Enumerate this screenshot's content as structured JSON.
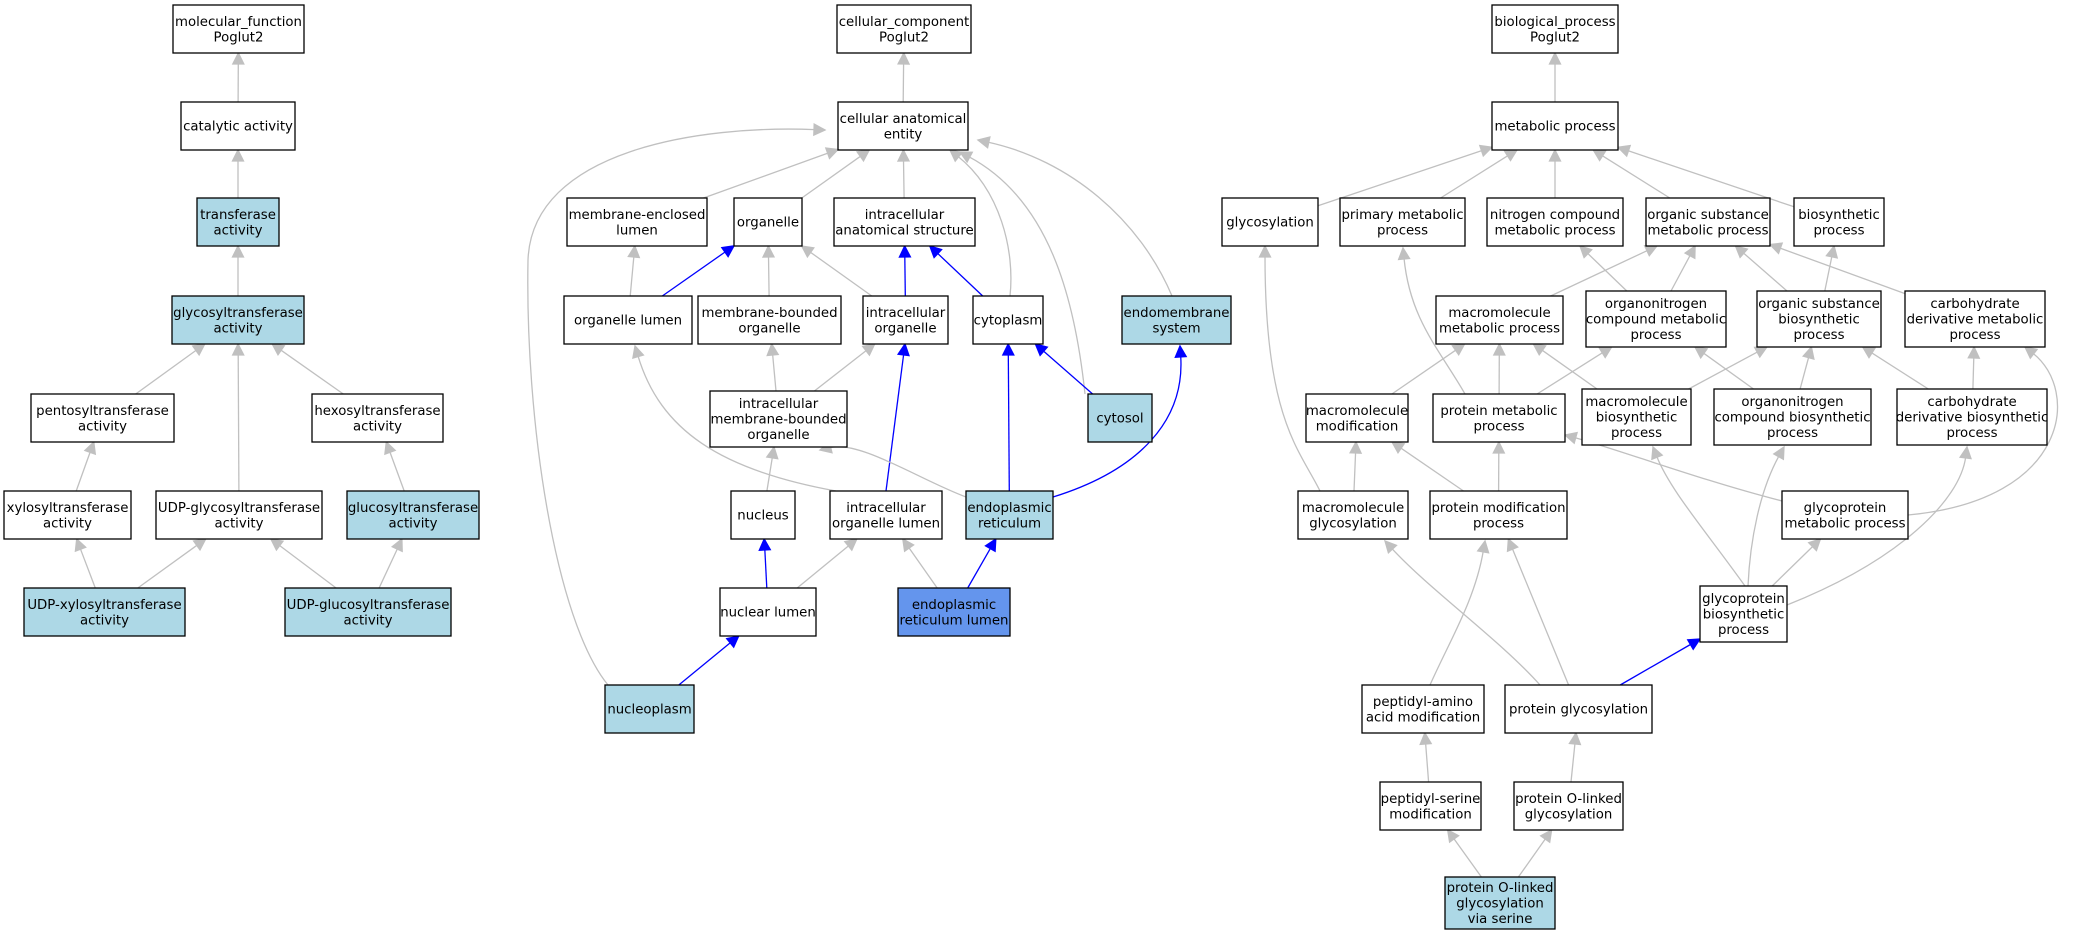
{
  "colors": {
    "plain": "#ffffff",
    "highlighted": "#add8e6",
    "query": "#6495ed",
    "edge_is_a": "#c0c0c0",
    "edge_part_of": "#0000ff"
  },
  "nodes": [
    {
      "id": "mf",
      "lines": [
        "molecular_function",
        "Poglut2"
      ],
      "fill": "plain"
    },
    {
      "id": "cat",
      "lines": [
        "catalytic activity"
      ],
      "fill": "plain"
    },
    {
      "id": "tra",
      "lines": [
        "transferase",
        "activity"
      ],
      "fill": "highlighted"
    },
    {
      "id": "gly",
      "lines": [
        "glycosyltransferase",
        "activity"
      ],
      "fill": "highlighted"
    },
    {
      "id": "pen",
      "lines": [
        "pentosyltransferase",
        "activity"
      ],
      "fill": "plain"
    },
    {
      "id": "hex",
      "lines": [
        "hexosyltransferase",
        "activity"
      ],
      "fill": "plain"
    },
    {
      "id": "xyl",
      "lines": [
        "xylosyltransferase",
        "activity"
      ],
      "fill": "plain"
    },
    {
      "id": "udpg",
      "lines": [
        "UDP-glycosyltransferase",
        "activity"
      ],
      "fill": "plain"
    },
    {
      "id": "glu",
      "lines": [
        "glucosyltransferase",
        "activity"
      ],
      "fill": "highlighted"
    },
    {
      "id": "udpx",
      "lines": [
        "UDP-xylosyltransferase",
        "activity"
      ],
      "fill": "highlighted"
    },
    {
      "id": "udpgl",
      "lines": [
        "UDP-glucosyltransferase",
        "activity"
      ],
      "fill": "highlighted"
    },
    {
      "id": "cc",
      "lines": [
        "cellular_component",
        "Poglut2"
      ],
      "fill": "plain"
    },
    {
      "id": "cae",
      "lines": [
        "cellular anatomical",
        "entity"
      ],
      "fill": "plain"
    },
    {
      "id": "mel",
      "lines": [
        "membrane-enclosed",
        "lumen"
      ],
      "fill": "plain"
    },
    {
      "id": "org",
      "lines": [
        "organelle"
      ],
      "fill": "plain"
    },
    {
      "id": "ias",
      "lines": [
        "intracellular",
        "anatomical structure"
      ],
      "fill": "plain"
    },
    {
      "id": "orl",
      "lines": [
        "organelle lumen"
      ],
      "fill": "plain"
    },
    {
      "id": "mbo",
      "lines": [
        "membrane-bounded",
        "organelle"
      ],
      "fill": "plain"
    },
    {
      "id": "io",
      "lines": [
        "intracellular",
        "organelle"
      ],
      "fill": "plain"
    },
    {
      "id": "cyt",
      "lines": [
        "cytoplasm"
      ],
      "fill": "plain"
    },
    {
      "id": "ems",
      "lines": [
        "endomembrane",
        "system"
      ],
      "fill": "highlighted"
    },
    {
      "id": "imbo",
      "lines": [
        "intracellular",
        "membrane-bounded",
        "organelle"
      ],
      "fill": "plain"
    },
    {
      "id": "cys",
      "lines": [
        "cytosol"
      ],
      "fill": "highlighted"
    },
    {
      "id": "nuc",
      "lines": [
        "nucleus"
      ],
      "fill": "plain"
    },
    {
      "id": "iol",
      "lines": [
        "intracellular",
        "organelle lumen"
      ],
      "fill": "plain"
    },
    {
      "id": "er",
      "lines": [
        "endoplasmic",
        "reticulum"
      ],
      "fill": "highlighted"
    },
    {
      "id": "nl",
      "lines": [
        "nuclear lumen"
      ],
      "fill": "plain"
    },
    {
      "id": "erl",
      "lines": [
        "endoplasmic",
        "reticulum lumen"
      ],
      "fill": "query"
    },
    {
      "id": "nup",
      "lines": [
        "nucleoplasm"
      ],
      "fill": "highlighted"
    },
    {
      "id": "bp",
      "lines": [
        "biological_process",
        "Poglut2"
      ],
      "fill": "plain"
    },
    {
      "id": "met",
      "lines": [
        "metabolic process"
      ],
      "fill": "plain"
    },
    {
      "id": "gcy",
      "lines": [
        "glycosylation"
      ],
      "fill": "plain"
    },
    {
      "id": "pmp",
      "lines": [
        "primary metabolic",
        "process"
      ],
      "fill": "plain"
    },
    {
      "id": "ncm",
      "lines": [
        "nitrogen compound",
        "metabolic process"
      ],
      "fill": "plain"
    },
    {
      "id": "osm",
      "lines": [
        "organic substance",
        "metabolic process"
      ],
      "fill": "plain"
    },
    {
      "id": "bio",
      "lines": [
        "biosynthetic",
        "process"
      ],
      "fill": "plain"
    },
    {
      "id": "mmp",
      "lines": [
        "macromolecule",
        "metabolic process"
      ],
      "fill": "plain"
    },
    {
      "id": "ocm",
      "lines": [
        "organonitrogen",
        "compound metabolic",
        "process"
      ],
      "fill": "plain"
    },
    {
      "id": "osb",
      "lines": [
        "organic substance",
        "biosynthetic",
        "process"
      ],
      "fill": "plain"
    },
    {
      "id": "cdm",
      "lines": [
        "carbohydrate",
        "derivative metabolic",
        "process"
      ],
      "fill": "plain"
    },
    {
      "id": "mmod",
      "lines": [
        "macromolecule",
        "modification"
      ],
      "fill": "plain"
    },
    {
      "id": "prm",
      "lines": [
        "protein metabolic",
        "process"
      ],
      "fill": "plain"
    },
    {
      "id": "mmb",
      "lines": [
        "macromolecule",
        "biosynthetic",
        "process"
      ],
      "fill": "plain"
    },
    {
      "id": "ocb",
      "lines": [
        "organonitrogen",
        "compound biosynthetic",
        "process"
      ],
      "fill": "plain"
    },
    {
      "id": "cdb",
      "lines": [
        "carbohydrate",
        "derivative biosynthetic",
        "process"
      ],
      "fill": "plain"
    },
    {
      "id": "mgl",
      "lines": [
        "macromolecule",
        "glycosylation"
      ],
      "fill": "plain"
    },
    {
      "id": "pmod",
      "lines": [
        "protein modification",
        "process"
      ],
      "fill": "plain"
    },
    {
      "id": "gpm",
      "lines": [
        "glycoprotein",
        "metabolic process"
      ],
      "fill": "plain"
    },
    {
      "id": "gpb",
      "lines": [
        "glycoprotein",
        "biosynthetic",
        "process"
      ],
      "fill": "plain"
    },
    {
      "id": "pam",
      "lines": [
        "peptidyl-amino",
        "acid modification"
      ],
      "fill": "plain"
    },
    {
      "id": "pgl",
      "lines": [
        "protein glycosylation"
      ],
      "fill": "plain"
    },
    {
      "id": "psm",
      "lines": [
        "peptidyl-serine",
        "modification"
      ],
      "fill": "plain"
    },
    {
      "id": "pol",
      "lines": [
        "protein O-linked",
        "glycosylation"
      ],
      "fill": "plain"
    },
    {
      "id": "pos",
      "lines": [
        "protein O-linked",
        "glycosylation",
        "via serine"
      ],
      "fill": "highlighted"
    }
  ],
  "edges": [
    {
      "from": "cat",
      "to": "mf",
      "type": "is_a"
    },
    {
      "from": "tra",
      "to": "cat",
      "type": "is_a"
    },
    {
      "from": "gly",
      "to": "tra",
      "type": "is_a"
    },
    {
      "from": "pen",
      "to": "gly",
      "type": "is_a"
    },
    {
      "from": "hex",
      "to": "gly",
      "type": "is_a"
    },
    {
      "from": "udpg",
      "to": "gly",
      "type": "is_a"
    },
    {
      "from": "xyl",
      "to": "pen",
      "type": "is_a"
    },
    {
      "from": "glu",
      "to": "hex",
      "type": "is_a"
    },
    {
      "from": "udpx",
      "to": "xyl",
      "type": "is_a"
    },
    {
      "from": "udpx",
      "to": "udpg",
      "type": "is_a"
    },
    {
      "from": "udpgl",
      "to": "udpg",
      "type": "is_a"
    },
    {
      "from": "udpgl",
      "to": "glu",
      "type": "is_a"
    },
    {
      "from": "cae",
      "to": "cc",
      "type": "is_a"
    },
    {
      "from": "mel",
      "to": "cae",
      "type": "is_a"
    },
    {
      "from": "org",
      "to": "cae",
      "type": "is_a"
    },
    {
      "from": "ias",
      "to": "cae",
      "type": "is_a"
    },
    {
      "from": "cyt",
      "to": "cae",
      "type": "is_a"
    },
    {
      "from": "ems",
      "to": "cae",
      "type": "is_a"
    },
    {
      "from": "cys",
      "to": "cae",
      "type": "is_a"
    },
    {
      "from": "nup",
      "to": "cae",
      "type": "is_a"
    },
    {
      "from": "orl",
      "to": "mel",
      "type": "is_a"
    },
    {
      "from": "orl",
      "to": "org",
      "type": "part_of"
    },
    {
      "from": "mbo",
      "to": "org",
      "type": "is_a"
    },
    {
      "from": "io",
      "to": "org",
      "type": "is_a"
    },
    {
      "from": "io",
      "to": "ias",
      "type": "part_of"
    },
    {
      "from": "cyt",
      "to": "ias",
      "type": "part_of"
    },
    {
      "from": "imbo",
      "to": "mbo",
      "type": "is_a"
    },
    {
      "from": "imbo",
      "to": "io",
      "type": "is_a"
    },
    {
      "from": "cys",
      "to": "cyt",
      "type": "part_of"
    },
    {
      "from": "nuc",
      "to": "imbo",
      "type": "is_a"
    },
    {
      "from": "iol",
      "to": "orl",
      "type": "is_a"
    },
    {
      "from": "iol",
      "to": "io",
      "type": "part_of"
    },
    {
      "from": "er",
      "to": "imbo",
      "type": "is_a"
    },
    {
      "from": "er",
      "to": "cyt",
      "type": "part_of"
    },
    {
      "from": "er",
      "to": "ems",
      "type": "part_of"
    },
    {
      "from": "nl",
      "to": "nuc",
      "type": "part_of"
    },
    {
      "from": "nl",
      "to": "iol",
      "type": "is_a"
    },
    {
      "from": "erl",
      "to": "iol",
      "type": "is_a"
    },
    {
      "from": "erl",
      "to": "er",
      "type": "part_of"
    },
    {
      "from": "nup",
      "to": "nl",
      "type": "part_of"
    },
    {
      "from": "met",
      "to": "bp",
      "type": "is_a"
    },
    {
      "from": "gcy",
      "to": "met",
      "type": "is_a"
    },
    {
      "from": "pmp",
      "to": "met",
      "type": "is_a"
    },
    {
      "from": "ncm",
      "to": "met",
      "type": "is_a"
    },
    {
      "from": "osm",
      "to": "met",
      "type": "is_a"
    },
    {
      "from": "bio",
      "to": "met",
      "type": "is_a"
    },
    {
      "from": "mmp",
      "to": "osm",
      "type": "is_a"
    },
    {
      "from": "ocm",
      "to": "osm",
      "type": "is_a"
    },
    {
      "from": "ocm",
      "to": "ncm",
      "type": "is_a"
    },
    {
      "from": "osb",
      "to": "osm",
      "type": "is_a"
    },
    {
      "from": "osb",
      "to": "bio",
      "type": "is_a"
    },
    {
      "from": "cdm",
      "to": "osm",
      "type": "is_a"
    },
    {
      "from": "mmod",
      "to": "mmp",
      "type": "is_a"
    },
    {
      "from": "prm",
      "to": "mmp",
      "type": "is_a"
    },
    {
      "from": "prm",
      "to": "ocm",
      "type": "is_a"
    },
    {
      "from": "prm",
      "to": "pmp",
      "type": "is_a"
    },
    {
      "from": "mmb",
      "to": "mmp",
      "type": "is_a"
    },
    {
      "from": "mmb",
      "to": "osb",
      "type": "is_a"
    },
    {
      "from": "ocb",
      "to": "ocm",
      "type": "is_a"
    },
    {
      "from": "ocb",
      "to": "osb",
      "type": "is_a"
    },
    {
      "from": "cdb",
      "to": "osb",
      "type": "is_a"
    },
    {
      "from": "cdb",
      "to": "cdm",
      "type": "is_a"
    },
    {
      "from": "mgl",
      "to": "mmod",
      "type": "is_a"
    },
    {
      "from": "mgl",
      "to": "gcy",
      "type": "is_a"
    },
    {
      "from": "pmod",
      "to": "mmod",
      "type": "is_a"
    },
    {
      "from": "pmod",
      "to": "prm",
      "type": "is_a"
    },
    {
      "from": "gpm",
      "to": "prm",
      "type": "is_a"
    },
    {
      "from": "gpm",
      "to": "cdm",
      "type": "is_a"
    },
    {
      "from": "gpb",
      "to": "gpm",
      "type": "is_a"
    },
    {
      "from": "gpb",
      "to": "mmb",
      "type": "is_a"
    },
    {
      "from": "gpb",
      "to": "ocb",
      "type": "is_a"
    },
    {
      "from": "gpb",
      "to": "cdb",
      "type": "is_a"
    },
    {
      "from": "pam",
      "to": "pmod",
      "type": "is_a"
    },
    {
      "from": "pgl",
      "to": "mgl",
      "type": "is_a"
    },
    {
      "from": "pgl",
      "to": "pmod",
      "type": "is_a"
    },
    {
      "from": "pgl",
      "to": "gpb",
      "type": "part_of"
    },
    {
      "from": "psm",
      "to": "pam",
      "type": "is_a"
    },
    {
      "from": "pol",
      "to": "pgl",
      "type": "is_a"
    },
    {
      "from": "pos",
      "to": "psm",
      "type": "is_a"
    },
    {
      "from": "pos",
      "to": "pol",
      "type": "is_a"
    }
  ]
}
